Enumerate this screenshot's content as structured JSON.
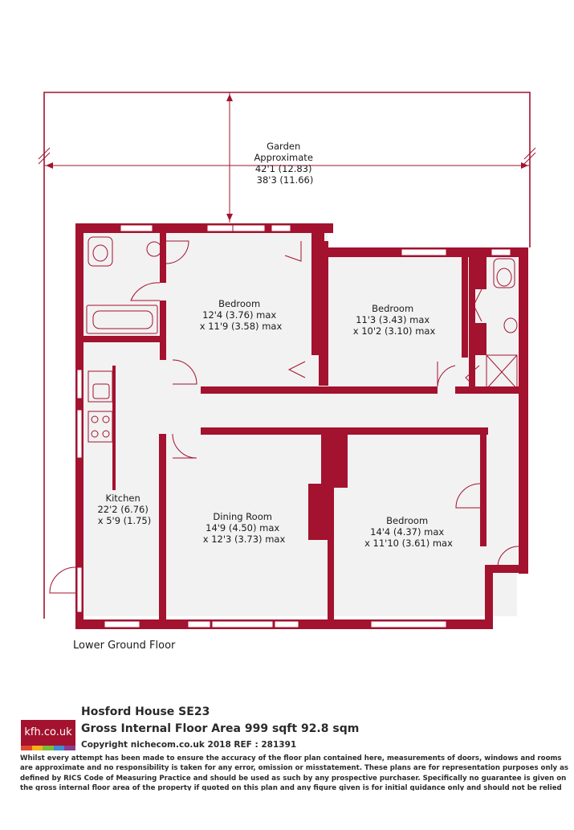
{
  "plan": {
    "floor_label": "Lower Ground Floor",
    "rooms": [
      {
        "id": "garden",
        "lines": [
          "Garden",
          "Approximate",
          "42'1 (12.83)",
          "38'3 (11.66)"
        ]
      },
      {
        "id": "bedroom-1",
        "lines": [
          "Bedroom",
          "12'4 (3.76) max",
          "x 11'9 (3.58) max"
        ]
      },
      {
        "id": "bedroom-2",
        "lines": [
          "Bedroom",
          "11'3 (3.43) max",
          "x 10'2 (3.10) max"
        ]
      },
      {
        "id": "kitchen",
        "lines": [
          "Kitchen",
          "22'2 (6.76)",
          "x 5'9 (1.75)"
        ]
      },
      {
        "id": "dining-room",
        "lines": [
          "Dining Room",
          "14'9 (4.50) max",
          "x 12'3 (3.73) max"
        ]
      },
      {
        "id": "bedroom-3",
        "lines": [
          "Bedroom",
          "14'4 (4.37) max",
          "x 11'10 (3.61) max"
        ]
      }
    ],
    "colors": {
      "wall": "#a3122e",
      "floor": "#f2f2f2",
      "line": "#a3122e"
    }
  },
  "footer": {
    "logo_text": "kfh.co.uk",
    "logo_stripes": [
      "#e1472a",
      "#f3b11a",
      "#7cba3b",
      "#3c8ed0",
      "#8a3b8f"
    ],
    "title": "Hosford House  SE23",
    "area": "Gross Internal Floor Area 999 sqft 92.8 sqm",
    "copyright": "Copyright nichecom.co.uk 2018 REF : 281391",
    "disclaimer": "Whilst every attempt has been made to ensure the accuracy of the floor plan contained here, measurements of doors, windows and rooms are approximate and no responsibility is taken for any error, omission or misstatement.  These plans are for representation purposes only as defined by RICS Code of Measuring Practice and should be used as such by any prospective purchaser.  Specifically no guarantee is given on the gross internal floor area of the property if quoted on this plan and any figure given is for initial guidance only and should not be relied on as a basis of valuation."
  }
}
